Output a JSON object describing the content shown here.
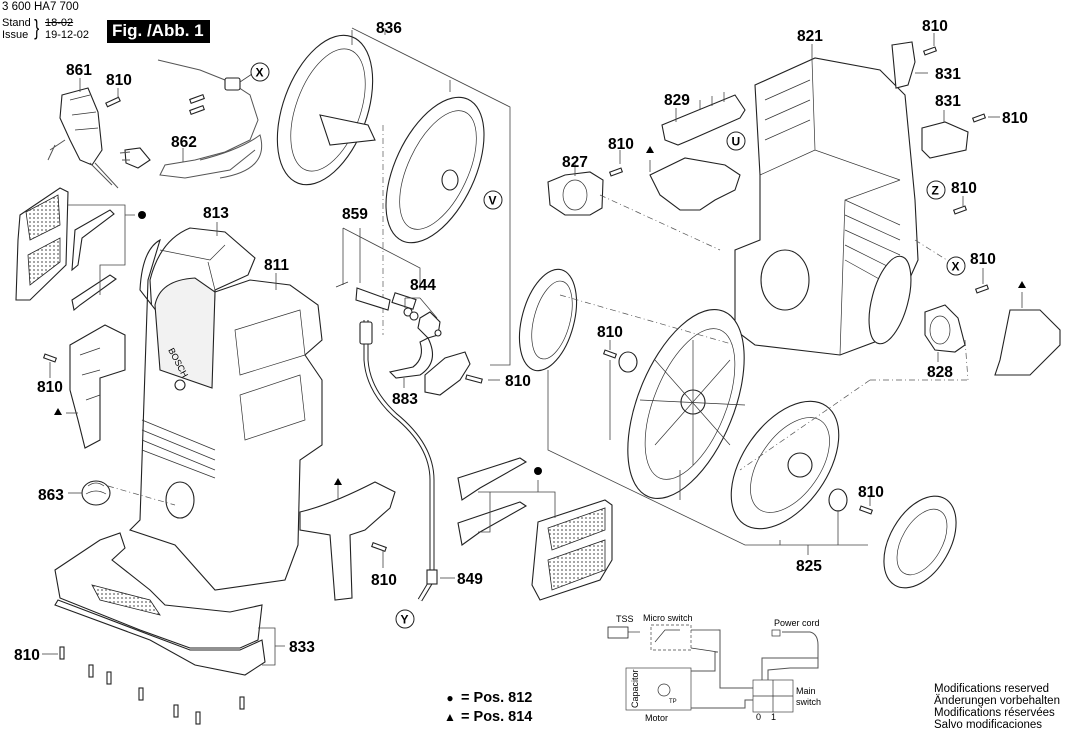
{
  "header": {
    "document_number": "3 600 HA7 700",
    "stand_label": "Stand",
    "issue_label": "Issue",
    "stand_date_struck": "18-02",
    "issue_date": "19-12-02",
    "figure_title": "Fig. /Abb. 1"
  },
  "callouts": {
    "p836": "836",
    "p821": "821",
    "p810": "810",
    "p831": "831",
    "p861": "861",
    "p862": "862",
    "p829": "829",
    "p827": "827",
    "p813": "813",
    "p811": "811",
    "p859": "859",
    "p844": "844",
    "p883": "883",
    "p863": "863",
    "p849": "849",
    "p833": "833",
    "p828": "828",
    "p825": "825"
  },
  "reference_markers": {
    "X": "X",
    "V": "V",
    "U": "U",
    "Z": "Z",
    "Y": "Y"
  },
  "legend": {
    "circle_symbol": "●",
    "circle_text": "= Pos. 812",
    "triangle_symbol": "▲",
    "triangle_text": "= Pos. 814"
  },
  "wiring_diagram": {
    "tss": "TSS",
    "micro_switch": "Micro switch",
    "capacitor": "Capacitor",
    "motor": "Motor",
    "tp": "TP",
    "power_cord": "Power cord",
    "main_switch_line1": "Main",
    "main_switch_line2": "switch",
    "pos_0": "0",
    "pos_1": "1"
  },
  "modifications_notice": [
    "Modifications reserved",
    "Änderungen vorbehalten",
    "Modifications réservées",
    "Salvo modificaciones"
  ]
}
